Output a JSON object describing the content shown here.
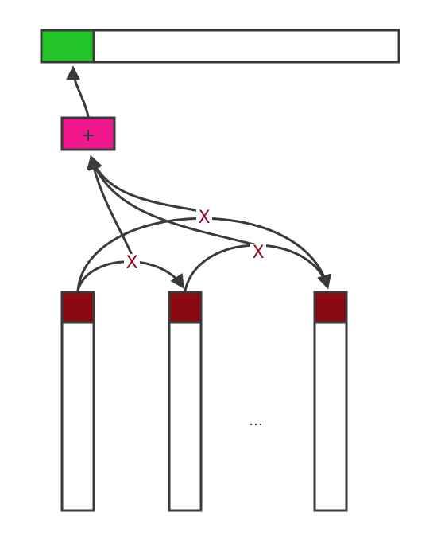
{
  "nodes": {
    "output_bar": {
      "fill": "#ffffff",
      "highlight_fill": "#22c42a"
    },
    "sum_node": {
      "symbol": "+",
      "fill": "#f0168c"
    },
    "input_columns": {
      "count": 3,
      "head_fill": "#8b0a10",
      "body_fill": "#ffffff"
    }
  },
  "operations": {
    "multiply_symbol": "X",
    "multiply_color": "#8b0a1a",
    "count": 3
  },
  "ellipsis": "...",
  "stroke_color": "#3a3a3a"
}
